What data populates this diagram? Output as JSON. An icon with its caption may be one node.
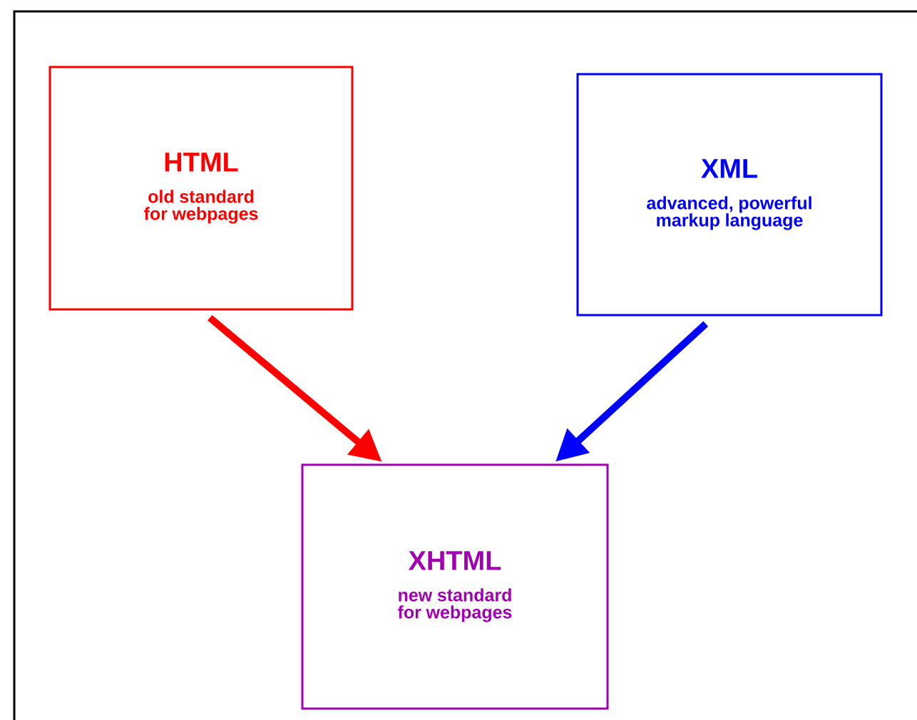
{
  "diagram": {
    "nodes": [
      {
        "text": [
          "HTML",
          "old standard for webpages"
        ]
      },
      {
        "text": [
          "XML",
          "advanced, powerful markup language"
        ]
      },
      {
        "text": [
          "XHTML",
          "new standard for webpages"
        ]
      }
    ],
    "edges": [
      {
        "from": 0,
        "to": 2,
        "arrow": "to",
        "color": "#ff0000"
      },
      {
        "from": 1,
        "to": 2,
        "arrow": "to",
        "color": "#0000ff"
      }
    ]
  }
}
